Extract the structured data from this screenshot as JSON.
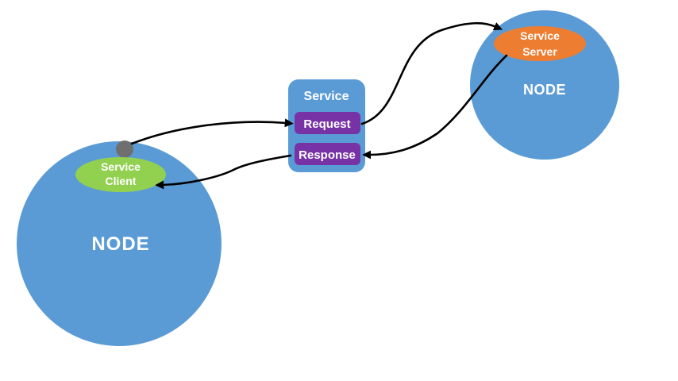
{
  "diagram_type": "ros-service-communication",
  "colors": {
    "background": "#ffffff",
    "node_fill": "#5B9BD5",
    "service_box_fill": "#5B9BD5",
    "slot_fill": "#7733A6",
    "client_fill": "#92D050",
    "server_fill": "#ED7D31",
    "dot_fill": "#6F6F6F",
    "arrow": "#000000",
    "text": "#ffffff"
  },
  "left_node": {
    "label": "NODE",
    "client_line1": "Service",
    "client_line2": "Client"
  },
  "right_node": {
    "label": "NODE",
    "server_line1": "Service",
    "server_line2": "Server"
  },
  "service": {
    "title": "Service",
    "request_label": "Request",
    "response_label": "Response"
  },
  "connections": [
    {
      "from": "service-client-node",
      "to": "service-request"
    },
    {
      "from": "service-request",
      "to": "service-server"
    },
    {
      "from": "service-server",
      "to": "service-response"
    },
    {
      "from": "service-response",
      "to": "service-client"
    }
  ]
}
